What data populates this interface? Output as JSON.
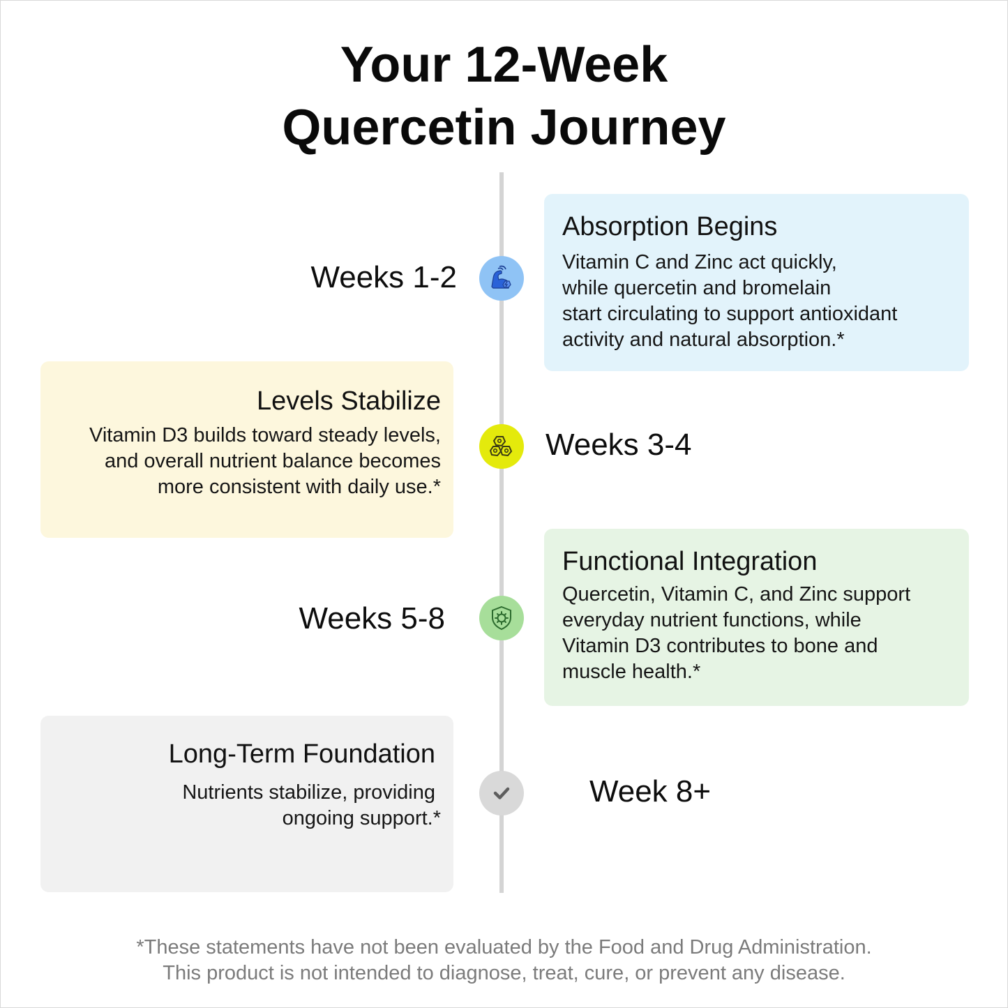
{
  "title": {
    "line1": "Your 12-Week",
    "line2": "Quercetin Journey"
  },
  "colors": {
    "blue_card": "#e2f3fb",
    "yellow_card": "#fdf7dd",
    "green_card": "#e6f4e4",
    "gray_card": "#f1f1f1",
    "blue_node": "#8fc3f5",
    "yellow_node": "#e4ea0c",
    "green_node": "#a7de9a",
    "gray_node": "#d9d9d9",
    "spine": "#d4d4d4"
  },
  "stages": [
    {
      "period": "Weeks 1-2",
      "heading": "Absorption Begins",
      "lines": [
        "Vitamin C and Zinc act quickly,",
        "while quercetin and bromelain",
        "start circulating to support antioxidant",
        "activity and natural absorption.*"
      ],
      "icon": "flexed-arm-energy-icon"
    },
    {
      "period": "Weeks 3-4",
      "heading": "Levels Stabilize",
      "lines": [
        "Vitamin D3 builds toward steady levels,",
        "and overall nutrient balance becomes",
        "more consistent with daily use.*"
      ],
      "icon": "cells-icon"
    },
    {
      "period": "Weeks 5-8",
      "heading": "Functional Integration",
      "lines": [
        "Quercetin, Vitamin C, and Zinc support",
        "everyday nutrient functions, while",
        "Vitamin D3 contributes to bone and",
        "muscle health.*"
      ],
      "icon": "shield-virus-icon"
    },
    {
      "period": "Week 8+",
      "heading": "Long-Term Foundation",
      "lines": [
        "Nutrients stabilize, providing",
        "ongoing support.*"
      ],
      "icon": "checkmark-icon"
    }
  ],
  "disclaimer": {
    "line1": "*These statements have not been evaluated by the Food and Drug Administration.",
    "line2": "This product is not intended to diagnose, treat, cure, or prevent any disease."
  }
}
